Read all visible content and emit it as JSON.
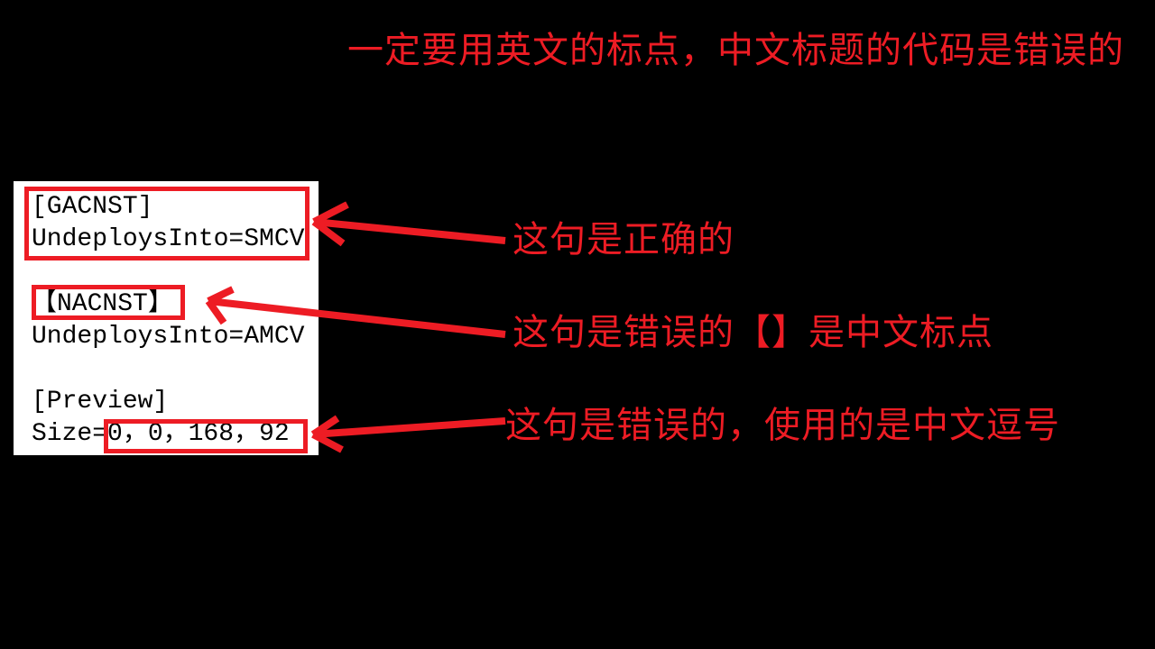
{
  "colors": {
    "background": "#000000",
    "accent_red": "#ED1C24",
    "panel_background": "#FFFFFF",
    "code_text": "#000000"
  },
  "title": {
    "text": "一定要用英文的标点，中文标题的代码是错误的"
  },
  "code_panel": {
    "lines": [
      "[GACNST]",
      "UndeploysInto=SMCV",
      "",
      "【NACNST】",
      "UndeploysInto=AMCV",
      "",
      "[Preview]",
      "Size=0，0，168，92"
    ]
  },
  "annotations": [
    {
      "label": "这句是正确的"
    },
    {
      "label": "这句是错误的【】是中文标点"
    },
    {
      "label": "这句是错误的，使用的是中文逗号"
    }
  ]
}
